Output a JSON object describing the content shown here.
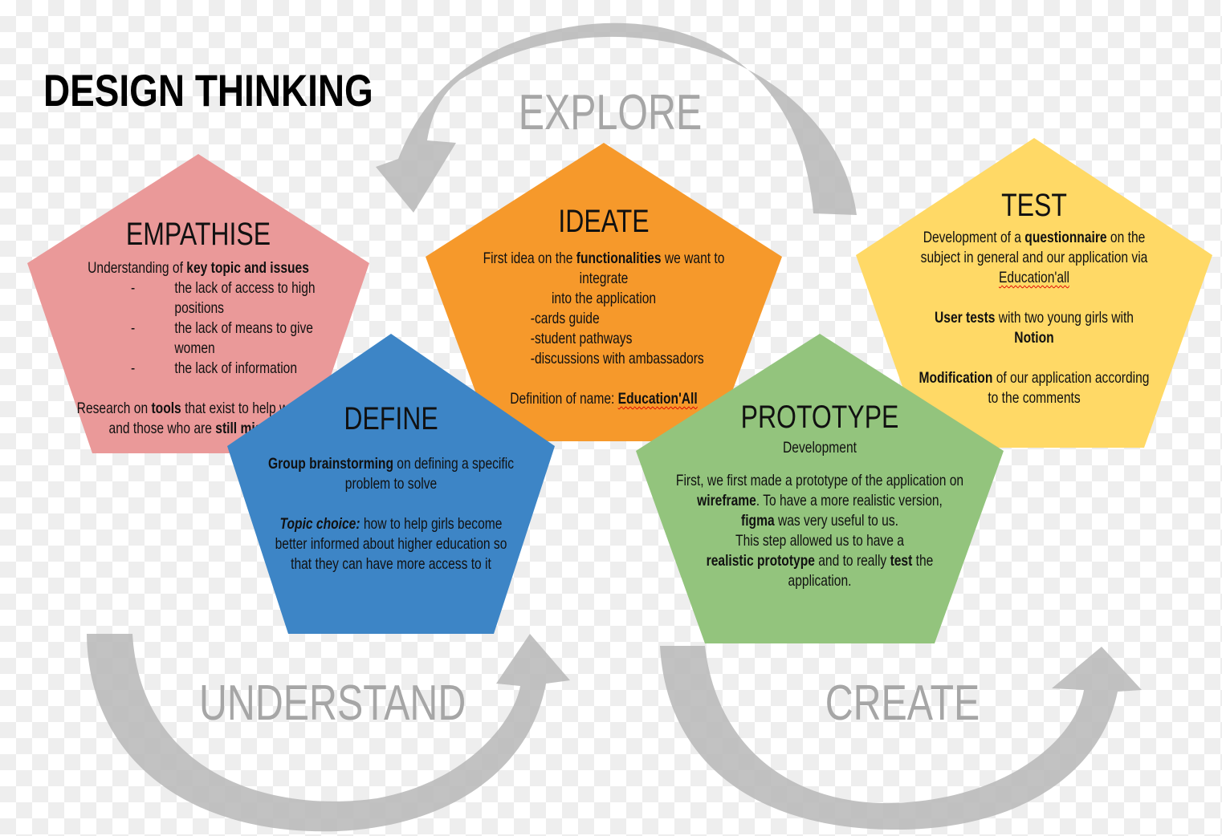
{
  "title": "DESIGN THINKING",
  "phases": {
    "explore": "EXPLORE",
    "understand": "UNDERSTAND",
    "create": "CREATE"
  },
  "colors": {
    "empathise": "#ea9999",
    "define": "#3d85c6",
    "ideate": "#f6992b",
    "prototype": "#93c47d",
    "test": "#ffd966",
    "arrow": "#b7b7b7",
    "phase_text": "#a6a6a6"
  },
  "empathise": {
    "heading": "EMPATHISE",
    "l1_pre": "Understanding of ",
    "l1_bold": "key topic and issues",
    "bullet_dash": "-",
    "bullets": [
      "the lack of access to high positions",
      "the lack of means to give women",
      "the lack of information"
    ],
    "r1_pre": "Research on ",
    "r1_bold": "tools",
    "r1_post": " that exist to help women",
    "r2_pre": "and those who are ",
    "r2_bold": "still missing"
  },
  "define": {
    "heading": "DEFINE",
    "g1_bold": "Group brainstorming",
    "g1_post": " on defining a specific",
    "g2": "problem to solve",
    "t1_bold": "Topic choice:",
    "t1_post": "  how to help girls become",
    "t2": "better informed about higher education so",
    "t3": "that they can have more access to it"
  },
  "ideate": {
    "heading": "IDEATE",
    "f1_pre": "First idea on the ",
    "f1_bold": "functionalities",
    "f1_post": " we want to integrate",
    "f2": "into the application",
    "items": [
      "-cards guide",
      "-student pathways",
      "-discussions with ambassadors"
    ],
    "n_pre": "Definition of name: ",
    "n_bold": "Education'All"
  },
  "prototype": {
    "heading": "PROTOTYPE",
    "sub": "Development",
    "p1": "First, we first made a prototype of the application on",
    "p2_bold": "wireframe",
    "p2_post": ". To have a more realistic version,",
    "p3_bold": "figma",
    "p3_post": " was very useful to us.",
    "p4": "This step allowed us to have a",
    "p5_bold": "realistic prototype",
    "p5_mid": " and to really ",
    "p5_bold2": "test",
    "p5_post": " the",
    "p6": "application."
  },
  "test": {
    "heading": "TEST",
    "q1_pre": "Development of a ",
    "q1_bold": "questionnaire",
    "q1_post": " on the",
    "q2": "subject in general and our application via",
    "q3": "Education'all",
    "u1_bold": "User tests",
    "u1_post": " with two young girls with",
    "u2_bold": "Notion",
    "m1_bold": "Modification",
    "m1_post": " of our application according",
    "m2": "to the comments"
  }
}
